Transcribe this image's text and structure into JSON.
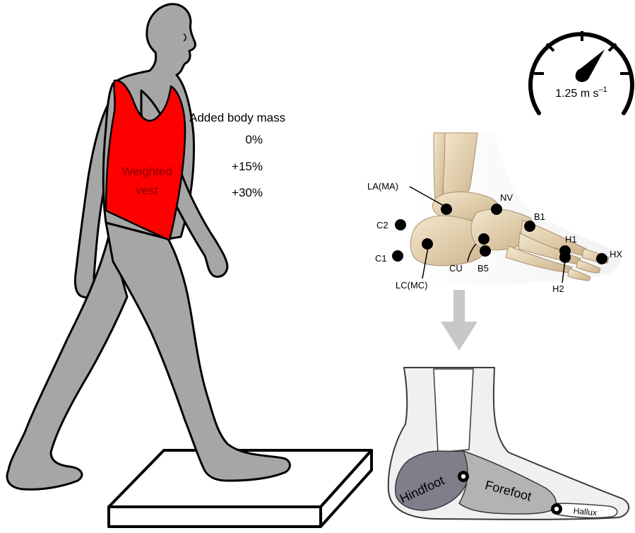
{
  "vest": {
    "line1": "Weighted",
    "line2": "vest",
    "color": "#ff0000"
  },
  "mass": {
    "heading": "Added body mass",
    "levels": [
      "0%",
      "+15%",
      "+30%"
    ]
  },
  "speed": {
    "label": "1.25 m s",
    "exponent": "–1"
  },
  "markers": {
    "LA": "LA(MA)",
    "NV": "NV",
    "B1": "B1",
    "C2": "C2",
    "H1": "H1",
    "HX": "HX",
    "C1": "C1",
    "CU": "CU",
    "B5": "B5",
    "H2": "H2",
    "LC": "LC(MC)"
  },
  "segments": {
    "hindfoot": "Hindfoot",
    "forefoot": "Forefoot",
    "hallux": "Hallux"
  },
  "colors": {
    "body": "#a6a6a6",
    "vest": "#ff0000",
    "arrow": "#c8c8c8",
    "hindfoot": "#7f7f8c",
    "forefoot": "#b3b3b3",
    "foot_outline": "#e3e3e3",
    "bone": "#e8d8b8"
  }
}
